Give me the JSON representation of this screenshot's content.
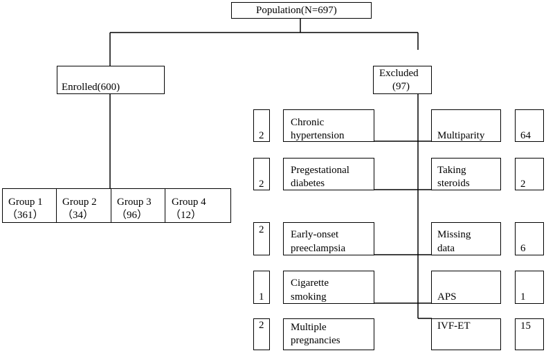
{
  "population": "Population(N=697)",
  "enrolled": "Enrolled(600)",
  "excluded": {
    "line1": "Excluded",
    "line2": "(97)"
  },
  "groups": [
    {
      "name": "Group 1",
      "count": "（361）"
    },
    {
      "name": "Group 2",
      "count": "（34）"
    },
    {
      "name": "Group 3",
      "count": "（96）"
    },
    {
      "name": "Group 4",
      "count": "（12）"
    }
  ],
  "left_exclusions": [
    {
      "count": "2",
      "line1": "Chronic",
      "line2": "hypertension"
    },
    {
      "count": "2",
      "line1": "Pregestational",
      "line2": "diabetes"
    },
    {
      "count": "2",
      "line1": "Early-onset",
      "line2": "preeclampsia"
    },
    {
      "count": "1",
      "line1": "Cigarette",
      "line2": "smoking"
    },
    {
      "count": "2",
      "line1": "Multiple",
      "line2": "pregnancies"
    }
  ],
  "right_exclusions": [
    {
      "count": "64",
      "line1": "",
      "line2": "Multiparity"
    },
    {
      "count": "2",
      "line1": "Taking",
      "line2": "steroids"
    },
    {
      "count": "6",
      "line1": "Missing",
      "line2": "data"
    },
    {
      "count": "1",
      "line1": "",
      "line2": "APS"
    },
    {
      "count": "15",
      "line1": "IVF-ET",
      "line2": ""
    }
  ]
}
